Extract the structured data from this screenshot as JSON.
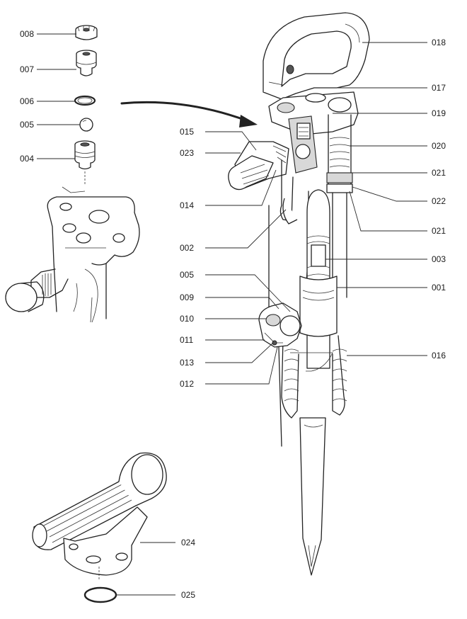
{
  "labels": {
    "p001": "001",
    "p002": "002",
    "p003": "003",
    "p004": "004",
    "p005a": "005",
    "p005b": "005",
    "p006": "006",
    "p007": "007",
    "p008": "008",
    "p009": "009",
    "p010": "010",
    "p011": "011",
    "p012": "012",
    "p013": "013",
    "p014": "014",
    "p015": "015",
    "p016": "016",
    "p017": "017",
    "p018": "018",
    "p019": "019",
    "p020": "020",
    "p021a": "021",
    "p021b": "021",
    "p022": "022",
    "p023": "023",
    "p024": "024",
    "p025": "025"
  }
}
